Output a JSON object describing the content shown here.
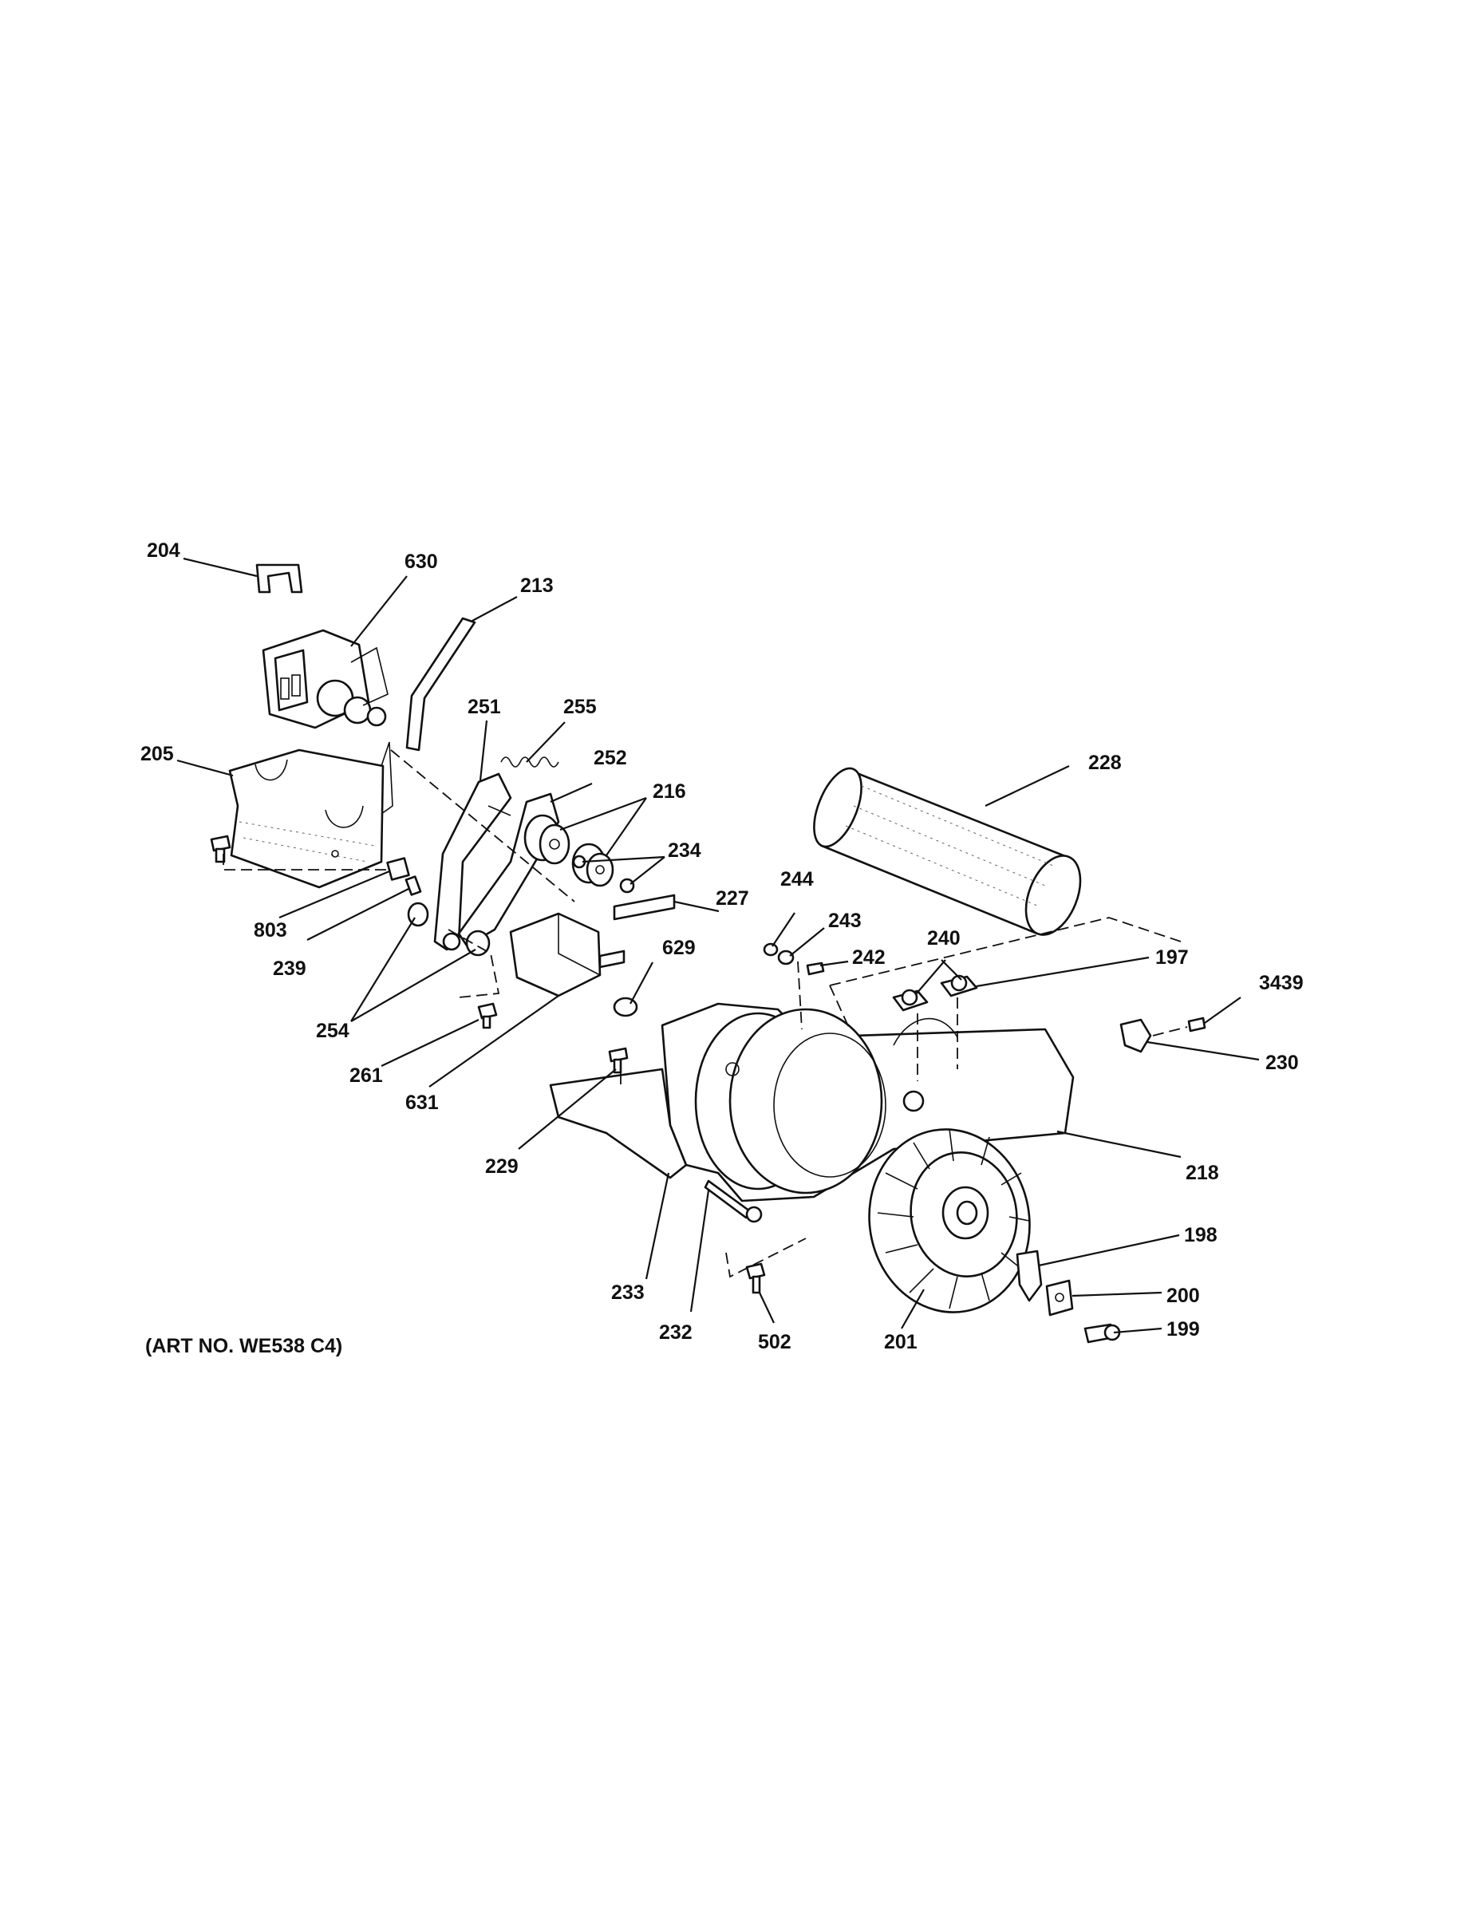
{
  "art_number": "(ART NO. WE538 C4)",
  "callouts": {
    "c204": "204",
    "c630": "630",
    "c213": "213",
    "c205": "205",
    "c251": "251",
    "c255": "255",
    "c252": "252",
    "c216": "216",
    "c234": "234",
    "c228": "228",
    "c227": "227",
    "c244": "244",
    "c243": "243",
    "c242": "242",
    "c240": "240",
    "c197": "197",
    "c3439": "3439",
    "c230": "230",
    "c803": "803",
    "c239": "239",
    "c629": "629",
    "c254": "254",
    "c261": "261",
    "c631": "631",
    "c229": "229",
    "c218": "218",
    "c198": "198",
    "c200": "200",
    "c199": "199",
    "c233": "233",
    "c232": "232",
    "c502": "502",
    "c201": "201"
  }
}
